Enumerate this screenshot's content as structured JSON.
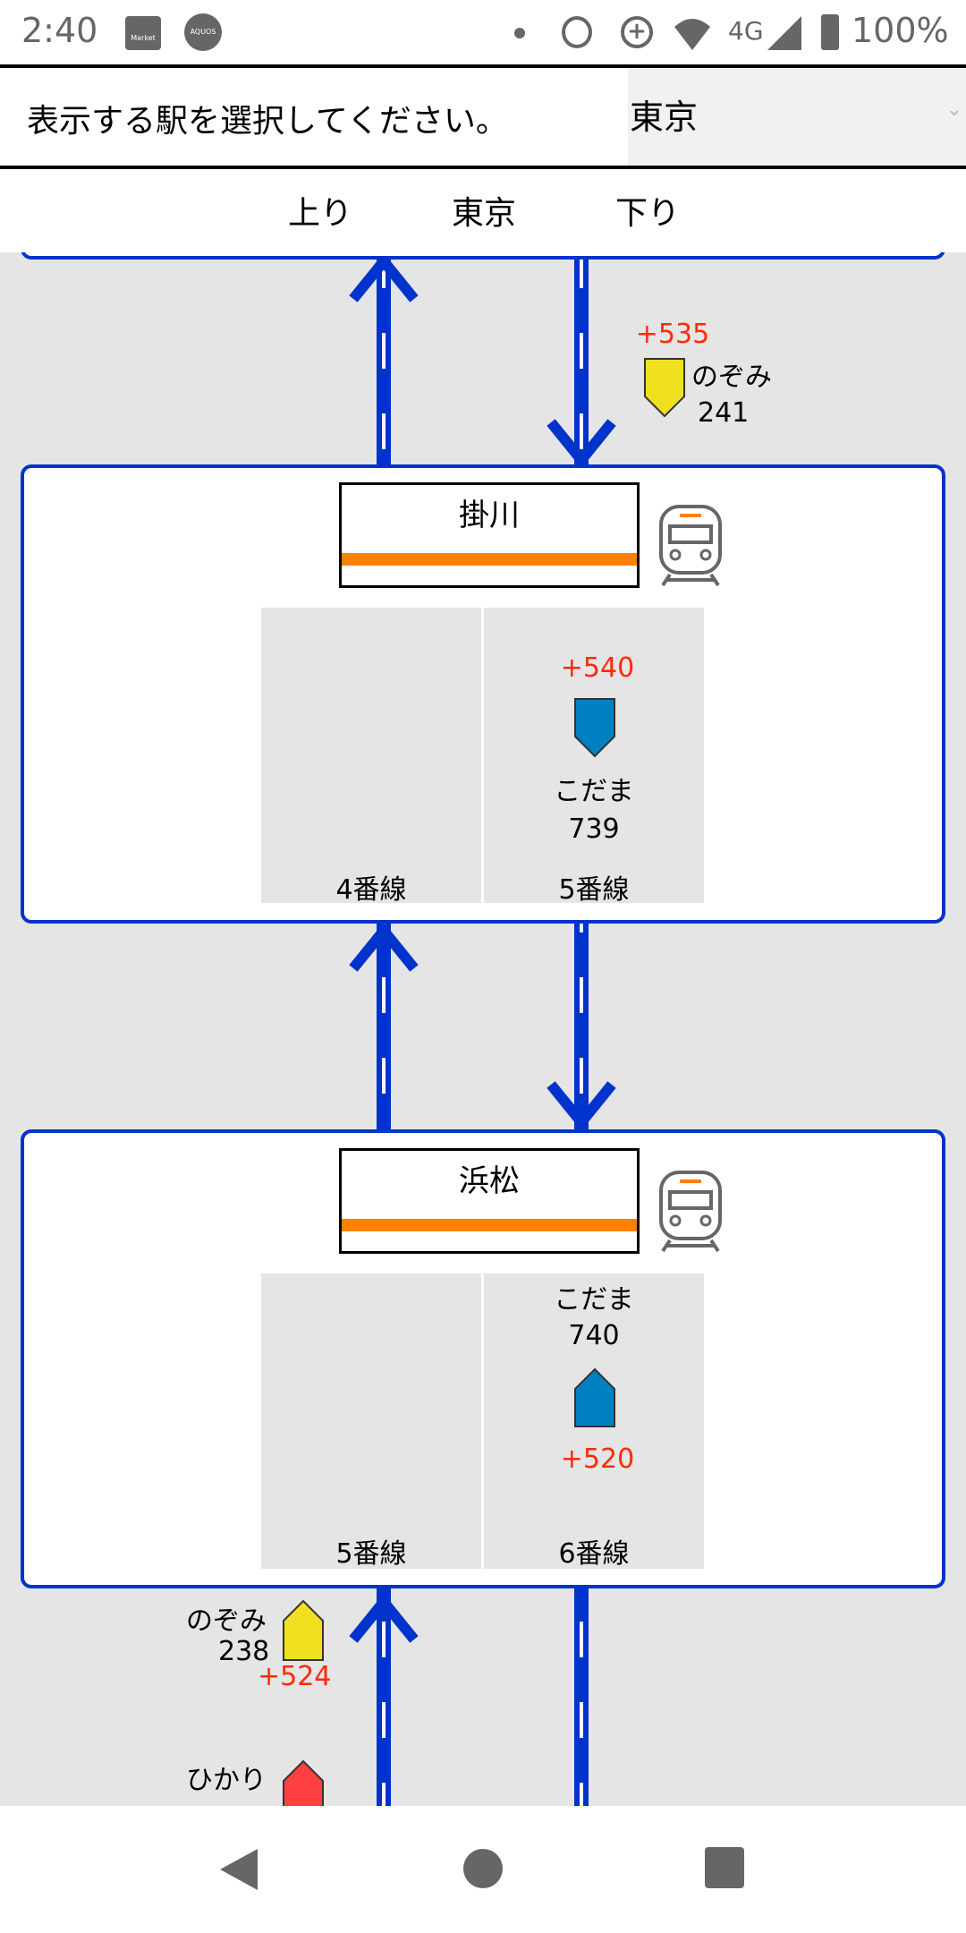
{
  "status_bar": {
    "time": "2:40",
    "market_label": "Market",
    "aquos_label": "AQUOS",
    "network": "4G",
    "battery": "100%"
  },
  "header": {
    "prompt": "表示する駅を選択してください。",
    "selected_station": "東京"
  },
  "tabs": [
    {
      "label": "上り"
    },
    {
      "label": "東京"
    },
    {
      "label": "下り"
    }
  ],
  "colors": {
    "track": "#0033cc",
    "line_stripe": "#ff7f00",
    "nozomi": "#f0e020",
    "kodama": "#0080c0",
    "hikari": "#ff4040",
    "delay": "#ff2a00"
  },
  "between_top": {
    "train": {
      "name": "のぞみ",
      "number": "241",
      "delay": "+535",
      "direction": "down"
    }
  },
  "stations": [
    {
      "name": "掛川",
      "platforms": [
        {
          "label": "4番線"
        },
        {
          "label": "5番線",
          "train": {
            "name": "こだま",
            "number": "739",
            "delay": "+540",
            "direction": "down"
          }
        }
      ]
    },
    {
      "name": "浜松",
      "platforms": [
        {
          "label": "5番線"
        },
        {
          "label": "6番線",
          "train": {
            "name": "こだま",
            "number": "740",
            "delay": "+520",
            "direction": "up"
          }
        }
      ]
    }
  ],
  "between_bottom": {
    "trains": [
      {
        "name": "のぞみ",
        "number": "238",
        "delay": "+524",
        "direction": "up"
      },
      {
        "name": "ひかり",
        "direction": "up"
      }
    ]
  }
}
